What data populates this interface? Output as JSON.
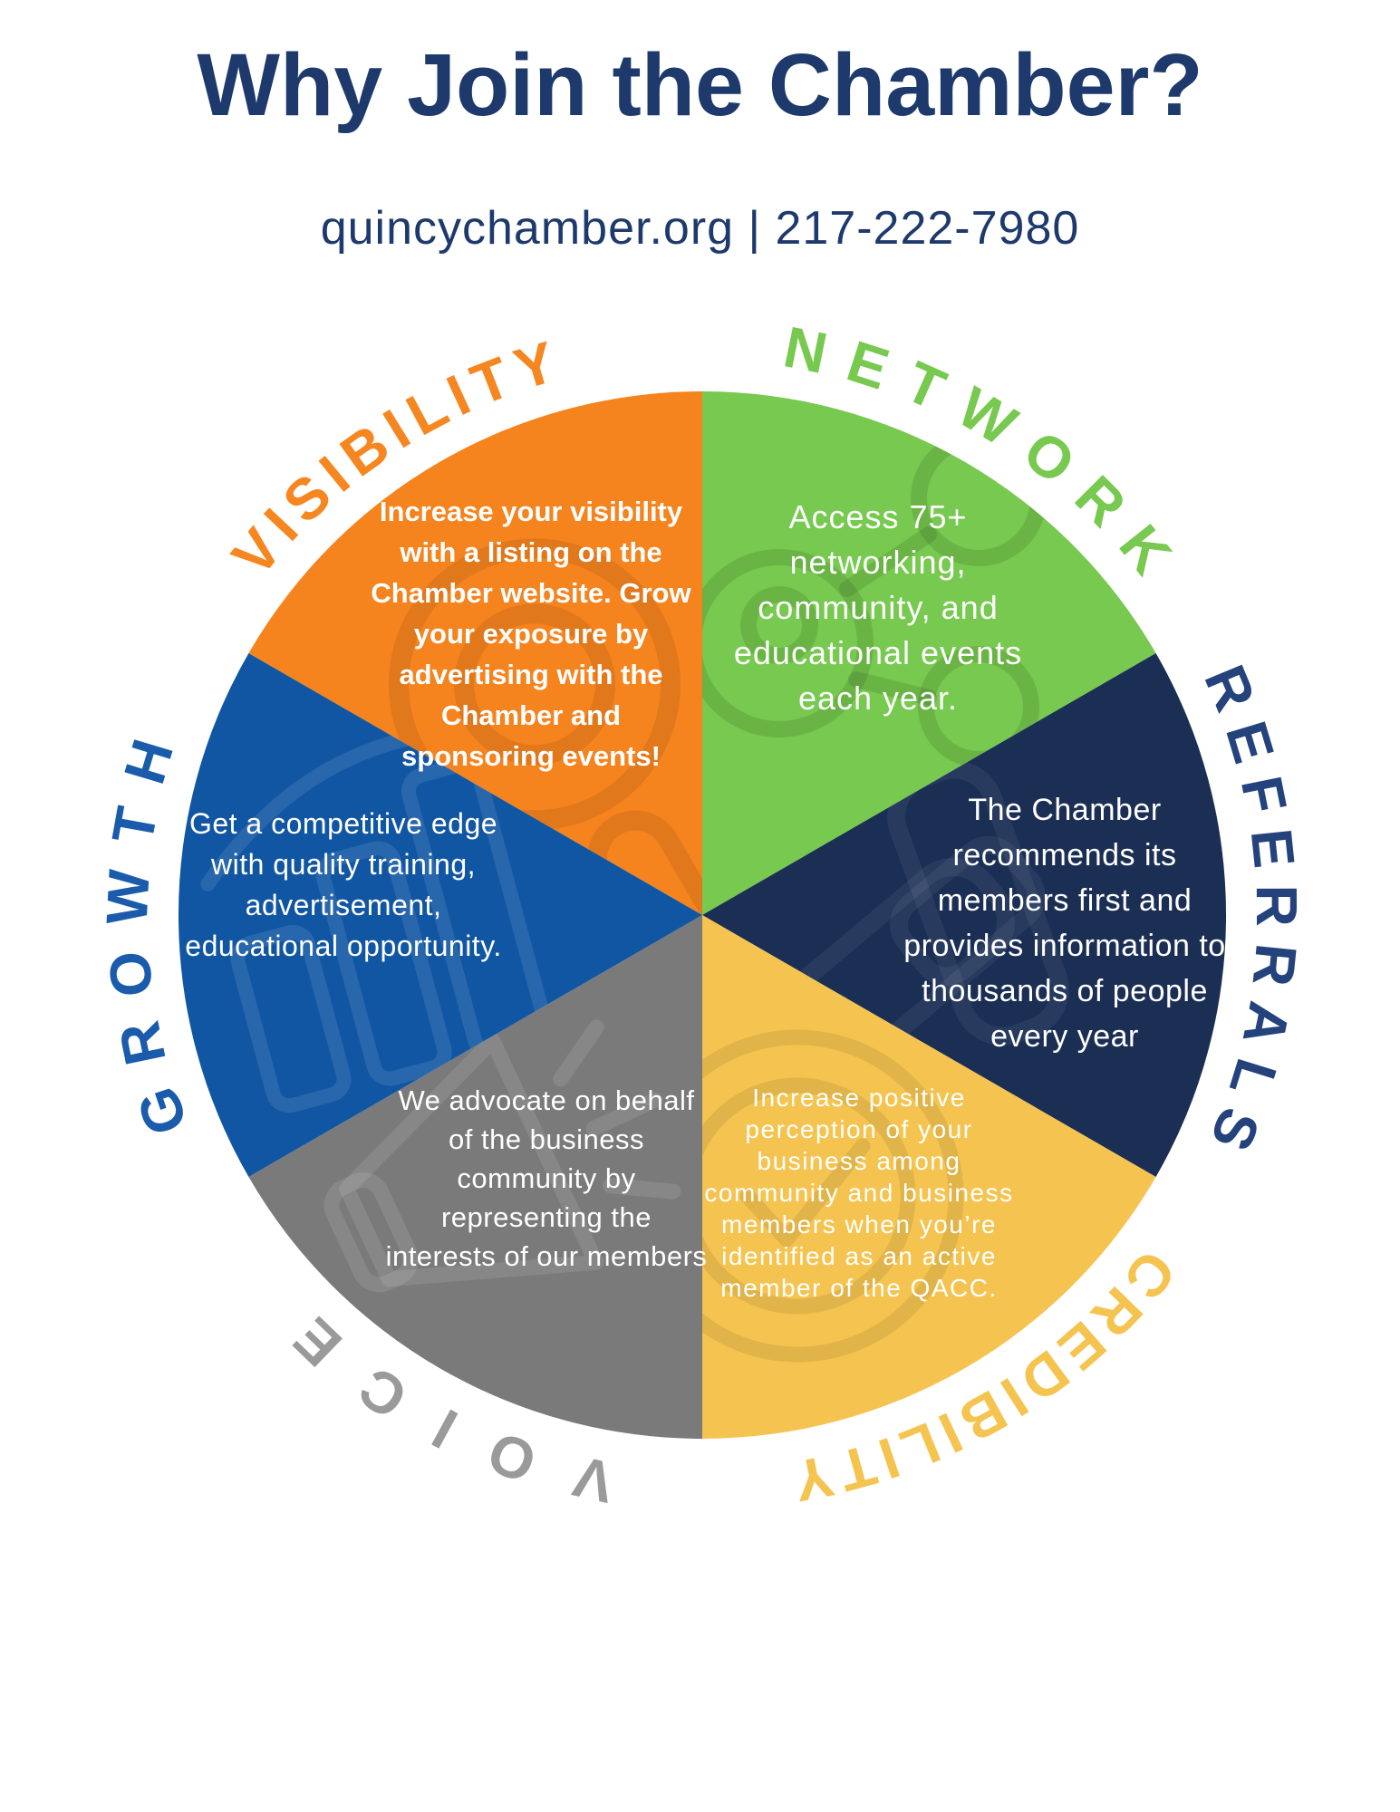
{
  "header": {
    "title": "Why Join the Chamber?",
    "subtitle": "quincychamber.org | 217-222-7980",
    "website": "quincychamber.org",
    "phone": "217-222-7980"
  },
  "colors": {
    "title_navy": "#1E3A6D",
    "background": "#FFFFFF"
  },
  "wheel": {
    "segments": [
      {
        "label": "VISIBILITY",
        "color": "#F5831E",
        "label_color": "#F6861F",
        "text_color": "#FFFFFF",
        "icon": "magnifying-glass-icon",
        "description": "Increase your visibility with a listing on the Chamber website. Grow your exposure by advertising with the Chamber and sponsoring events!"
      },
      {
        "label": "NETWORK",
        "color": "#77C94F",
        "label_color": "#77C94F",
        "text_color": "#FFFFFF",
        "icon": "network-people-icon",
        "description": "Access 75+ networking, community, and educational events each year."
      },
      {
        "label": "REFERRALS",
        "color": "#1B2F55",
        "label_color": "#24427C",
        "text_color": "#FFFFFF",
        "icon": "handshake-icon",
        "description": "The Chamber recommends its members first and provides information to thousands of people every year"
      },
      {
        "label": "CREDIBILITY",
        "color": "#F5C450",
        "label_color": "#F5C450",
        "text_color": "#FFFFFF",
        "icon": "badge-check-icon",
        "description": "Increase positive perception of your business among community and business members when you’re identified as an active member of the QACC."
      },
      {
        "label": "VOICE",
        "color": "#7A7A7A",
        "label_color": "#9A9A9A",
        "text_color": "#FFFFFF",
        "icon": "megaphone-icon",
        "description": "We advocate on behalf of the business community by representing the interests of our members"
      },
      {
        "label": "GROWTH",
        "color": "#1156A3",
        "label_color": "#1A5CAB",
        "text_color": "#FFFFFF",
        "icon": "growth-arrow-icon",
        "description": "Get a competitive edge with quality training, advertisement, educational opportunity."
      }
    ]
  }
}
